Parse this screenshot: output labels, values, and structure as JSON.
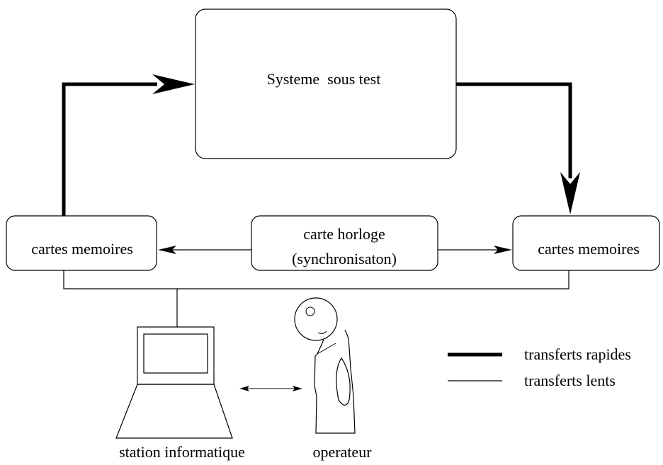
{
  "diagram": {
    "system_under_test": "Systeme  sous test",
    "memory_cards_left": "cartes memoires",
    "memory_cards_right": "cartes memoires",
    "clock_card_line1": "carte horloge",
    "clock_card_line2": "(synchronisaton)",
    "workstation_label": "station informatique",
    "operator_label": "operateur"
  },
  "legend": {
    "fast_transfers": "transferts rapides",
    "slow_transfers": "transferts lents"
  }
}
